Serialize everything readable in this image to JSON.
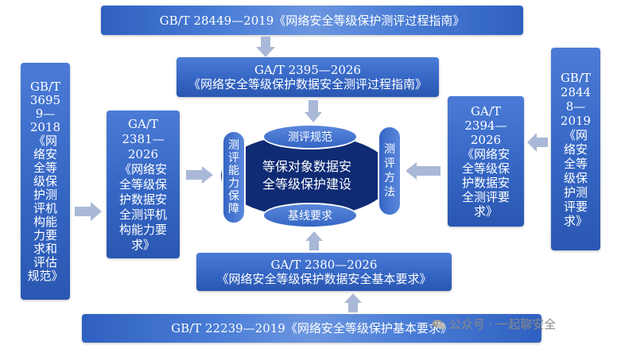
{
  "top_standard": "GB/T 28449—2019《网络安全等级保护测评过程指南》",
  "upper_standard": "GA/T 2395—2026\n《网络安全等级保护数据安全测评过程指南》",
  "left_outer_standard": "GB/T\n3695\n9—\n2018\n《网\n络安\n全等\n级保\n护测\n评机\n构能\n力要\n求和\n评估\n规范》",
  "left_inner_standard": "GA/T\n2381—\n2026\n《网络安\n全等级保\n护数据安\n全测评机\n构能力要\n求》",
  "right_inner_standard": "GA/T\n2394—\n2026\n《网络安\n全等级保\n护数据安\n全测评要\n求》",
  "right_outer_standard": "GB/T\n2844\n8—\n2019\n《网\n络安\n全等\n级保\n护测\n评要\n求》",
  "lower_standard": "GA/T 2380—2026\n《网络安全等级保护数据安全基本要求》",
  "bottom_standard": "GB/T 22239—2019《网络安全等级保护基本要求》",
  "center": {
    "core": "等保对象数据安\n全等级保护建设",
    "top_oval": "测评规范",
    "bottom_oval": "基线要求",
    "left_oval": "测\n评\n能\n力\n保\n障",
    "right_oval": "测\n评\n方\n法"
  },
  "watermark": "公众号 · 一起聊安全",
  "colors": {
    "box_blue": "#3566c4",
    "center_navy": "#0f2b74",
    "arrow_gray": "#a9b8d6"
  },
  "icons": [
    "wechat-icon"
  ]
}
